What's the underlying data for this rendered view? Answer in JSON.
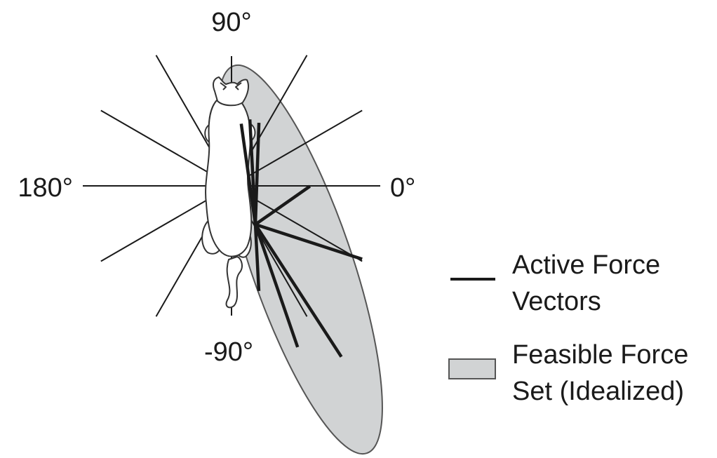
{
  "angle_labels": {
    "deg_90": "90°",
    "deg_0": "0°",
    "deg_180": "180°",
    "deg_neg90": "-90°"
  },
  "legend": {
    "active_line1": "Active Force",
    "active_line2": "Vectors",
    "feasible_line1": "Feasible Force",
    "feasible_line2": "Set (Idealized)"
  },
  "colors": {
    "feasible_fill": "#d1d3d4",
    "outline": "#555555",
    "active_vector": "#1a1a1a",
    "reference_line": "#1a1a1a",
    "cat_fill": "#ffffff"
  },
  "reference_angles_deg": [
    0,
    30,
    60,
    90,
    120,
    150,
    180,
    210,
    240,
    270,
    300,
    330
  ],
  "active_vectors_deg": [
    98,
    93,
    88,
    35,
    -18,
    -57,
    -71,
    -87
  ]
}
